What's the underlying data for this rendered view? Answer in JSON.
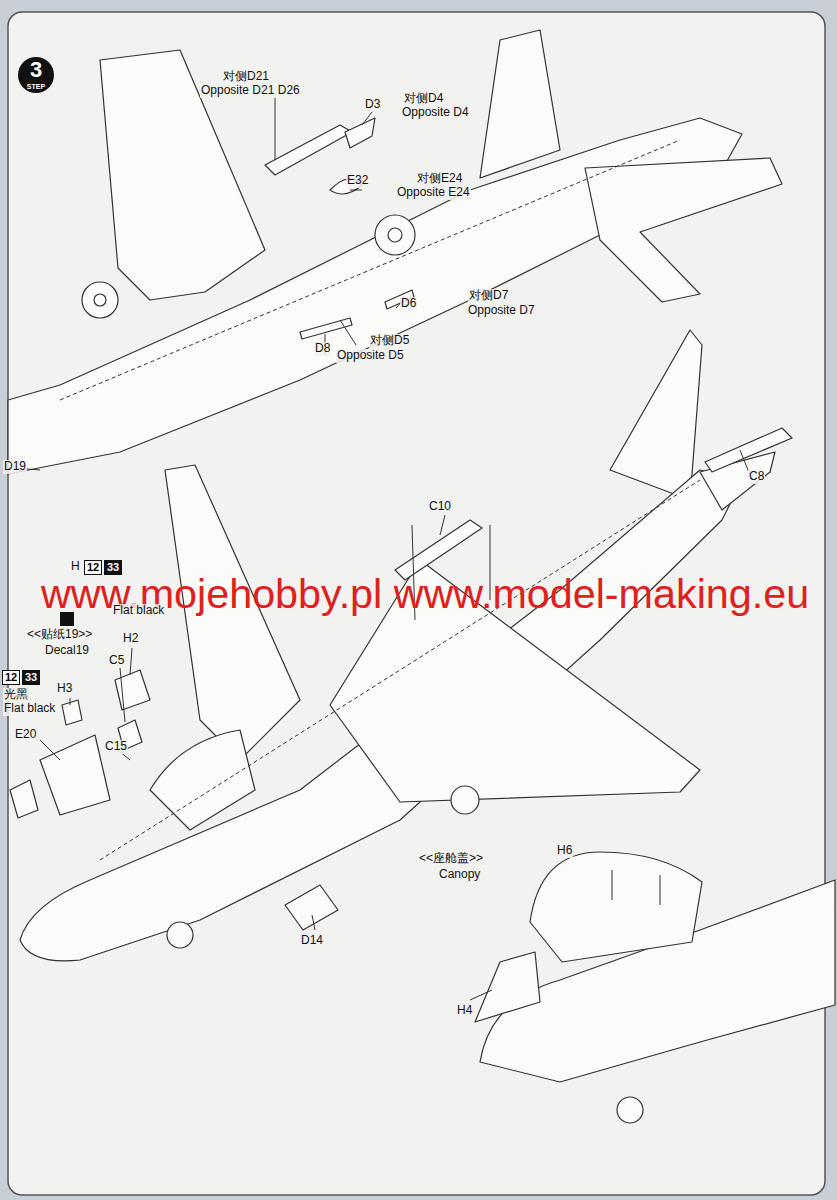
{
  "diagram": {
    "nodes": [
      {
        "text": [
          "3",
          "STEP"
        ]
      },
      {
        "text": [
          "12"
        ]
      },
      {
        "text": [
          "33"
        ]
      },
      {
        "text": [
          "12"
        ]
      },
      {
        "text": [
          "33"
        ]
      }
    ],
    "labels": [
      "对侧D21",
      "Opposite D21 D26",
      "D3",
      "对侧D4",
      "Opposite D4",
      "E32",
      "对侧E24",
      "Opposite E24",
      "D6",
      "对侧D7",
      "Opposite D7",
      "D8",
      "对侧D5",
      "Opposite D5",
      "D19",
      "C8",
      "C10",
      "H",
      "www.mojehobby.pl www.model-making.eu",
      "Flat black",
      "<<贴纸19>>",
      "Decal19",
      "H2",
      "C5",
      "光黑",
      "Flat black",
      "H3",
      "C15",
      "E20",
      "D14",
      "<<座舱盖>>",
      "Canopy",
      "H6",
      "H4"
    ]
  }
}
